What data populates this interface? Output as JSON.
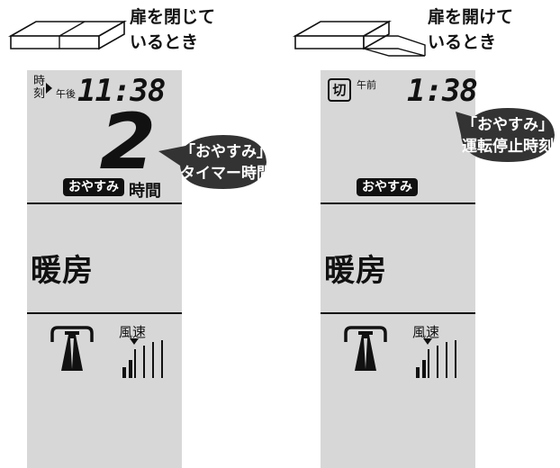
{
  "closed_panel": {
    "state_line1": "扉を閉じて",
    "state_line2": "いるとき",
    "time_label": "時刻",
    "ampm": "午後",
    "clock": "11:38",
    "big_digit": "2",
    "badge": "おやすみ",
    "hours_text": "時間",
    "mode": "暖房",
    "wind_label": "風速",
    "callout_line1": "「おやすみ」",
    "callout_line2": "タイマー時間"
  },
  "open_panel": {
    "state_line1": "扉を開けて",
    "state_line2": "いるとき",
    "off_label": "切",
    "ampm": "午前",
    "clock": "1:38",
    "badge": "おやすみ",
    "mode": "暖房",
    "wind_label": "風速",
    "callout_line1": "「おやすみ」",
    "callout_line2": "運転停止時刻"
  },
  "colors": {
    "lcd_background": "#d7d7d7",
    "callout_fill": "#333333",
    "ink": "#111111"
  }
}
